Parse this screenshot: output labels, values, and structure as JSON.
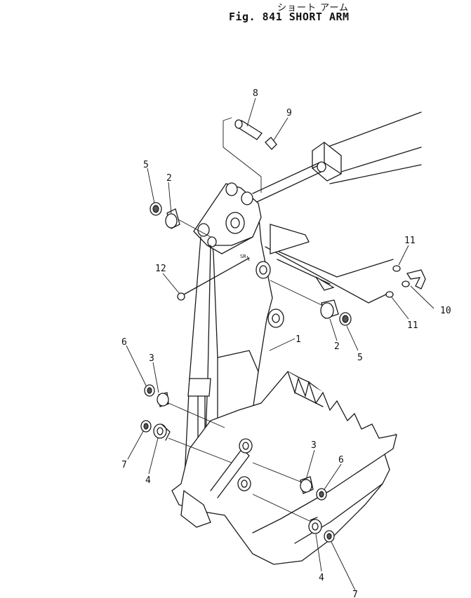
{
  "header": {
    "title_jp": "ショート アーム",
    "title_en": "Fig. 841  SHORT  ARM"
  },
  "callouts": [
    {
      "id": "c8",
      "label": "8"
    },
    {
      "id": "c9",
      "label": "9"
    },
    {
      "id": "c5a",
      "label": "5"
    },
    {
      "id": "c2a",
      "label": "2"
    },
    {
      "id": "c11a",
      "label": "11"
    },
    {
      "id": "c12",
      "label": "12"
    },
    {
      "id": "c10",
      "label": "10"
    },
    {
      "id": "c11b",
      "label": "11"
    },
    {
      "id": "c1",
      "label": "1"
    },
    {
      "id": "c2b",
      "label": "2"
    },
    {
      "id": "c5b",
      "label": "5"
    },
    {
      "id": "c6a",
      "label": "6"
    },
    {
      "id": "c3a",
      "label": "3"
    },
    {
      "id": "c7a",
      "label": "7"
    },
    {
      "id": "c4a",
      "label": "4"
    },
    {
      "id": "c3b",
      "label": "3"
    },
    {
      "id": "c6b",
      "label": "6"
    },
    {
      "id": "c4b",
      "label": "4"
    },
    {
      "id": "c7b",
      "label": "7"
    }
  ],
  "stamp": {
    "label": "SR"
  }
}
